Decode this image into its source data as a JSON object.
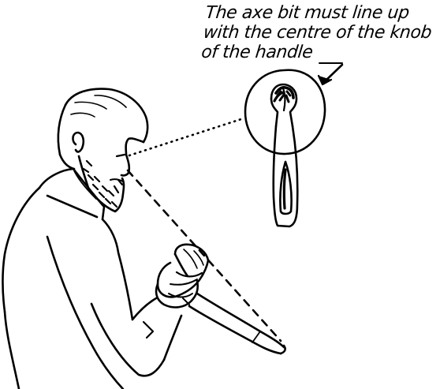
{
  "caption": {
    "line1": "The axe bit must line up",
    "line2": "with the centre of the knob",
    "line3": "of the handle"
  },
  "colors": {
    "ink": "#000000",
    "paper": "#ffffff"
  }
}
